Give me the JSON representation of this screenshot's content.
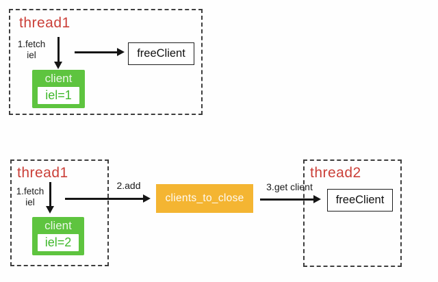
{
  "colors": {
    "thread_label_red": "#cb3f38",
    "client_green": "#5ec43f",
    "client_value_green": "#3fb82b",
    "queue_orange": "#f4b532",
    "arrow_black": "#151515",
    "background": "#fefefe"
  },
  "scene1": {
    "thread1": {
      "title": "thread1",
      "step1_line1": "1.fetch",
      "step1_line2": "iel",
      "client": {
        "title": "client",
        "value": "iel=1"
      }
    },
    "free_client": "freeClient"
  },
  "scene2": {
    "thread1": {
      "title": "thread1",
      "step1_line1": "1.fetch",
      "step1_line2": "iel",
      "client": {
        "title": "client",
        "value": "iel=2"
      }
    },
    "step2_label": "2.add",
    "queue": "clients_to_close",
    "step3_label": "3.get client",
    "thread2": {
      "title": "thread2",
      "free_client": "freeClient"
    }
  }
}
